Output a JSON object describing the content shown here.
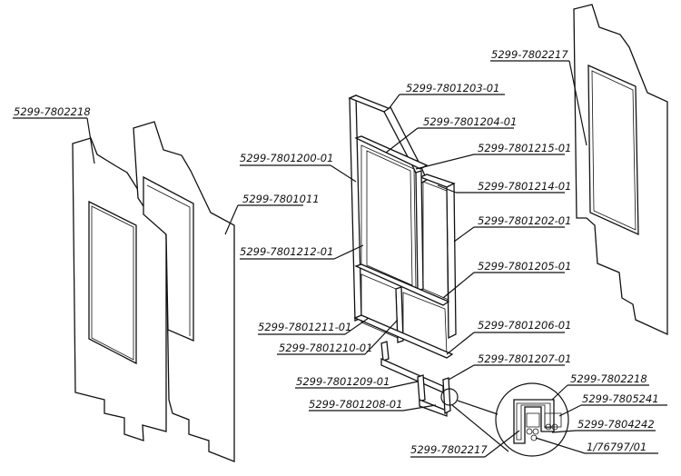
{
  "labels": {
    "p_7802218_left": "5299-7802218",
    "p_7801011": "5299-7801011",
    "p_7801200": "5299-7801200-01",
    "p_7801203": "5299-7801203-01",
    "p_7801204": "5299-7801204-01",
    "p_7801215": "5299-7801215-01",
    "p_7801214": "5299-7801214-01",
    "p_7801202": "5299-7801202-01",
    "p_7801212": "5299-7801212-01",
    "p_7801205": "5299-7801205-01",
    "p_7801211": "5299-7801211-01",
    "p_7801210": "5299-7801210-01",
    "p_7801206": "5299-7801206-01",
    "p_7801207": "5299-7801207-01",
    "p_7801209": "5299-7801209-01",
    "p_7801208": "5299-7801208-01",
    "p_7802217_top": "5299-7802217",
    "p_7802217_bottom": "5299-7802217",
    "d_7802218": "5299-7802218",
    "d_7805241": "5299-7805241",
    "d_7804242": "5299-7804242",
    "d_176797": "1/76797/01"
  }
}
